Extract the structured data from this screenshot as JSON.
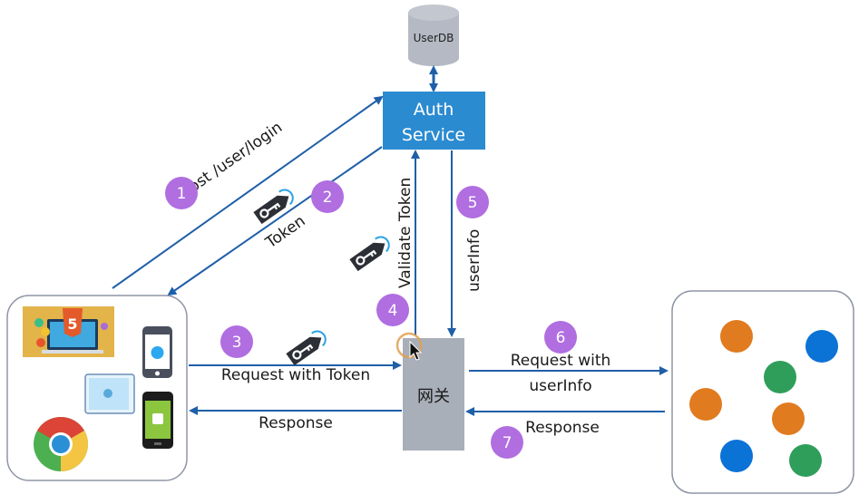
{
  "colors": {
    "arrow": "#1f5fa8",
    "auth_service_fill": "#2b8bd0",
    "db_fill": "#b4b9c4",
    "gateway_fill": "#a9afb9",
    "step_badge": "#b06ee0",
    "panel_border": "#8f95a5",
    "node_orange": "#e07b1f",
    "node_green": "#2f9e5a",
    "node_blue": "#0b72d6",
    "cursor_ring": "#e0a050"
  },
  "nodes": {
    "userdb": {
      "label": "UserDB"
    },
    "auth_service": {
      "line1": "Auth",
      "line2": "Service"
    },
    "gateway": {
      "label": "网关"
    },
    "clients": {
      "items": [
        "html5-app",
        "iphone",
        "ipad",
        "android-phone",
        "chrome-browser"
      ]
    },
    "services": {
      "items": [
        {
          "color": "orange"
        },
        {
          "color": "blue"
        },
        {
          "color": "green"
        },
        {
          "color": "orange"
        },
        {
          "color": "orange"
        },
        {
          "color": "blue"
        },
        {
          "color": "green"
        }
      ]
    }
  },
  "steps": [
    {
      "num": "1",
      "label": "Post /user/login"
    },
    {
      "num": "2",
      "label": "Token"
    },
    {
      "num": "3",
      "label": "Request with Token"
    },
    {
      "num": "4",
      "label": "Validate Token"
    },
    {
      "num": "5",
      "label": "userInfo"
    },
    {
      "num": "6",
      "label_line1": "Request with",
      "label_line2": "userInfo"
    },
    {
      "num": "7",
      "label": "Response"
    }
  ],
  "responses": {
    "client_response": "Response"
  }
}
